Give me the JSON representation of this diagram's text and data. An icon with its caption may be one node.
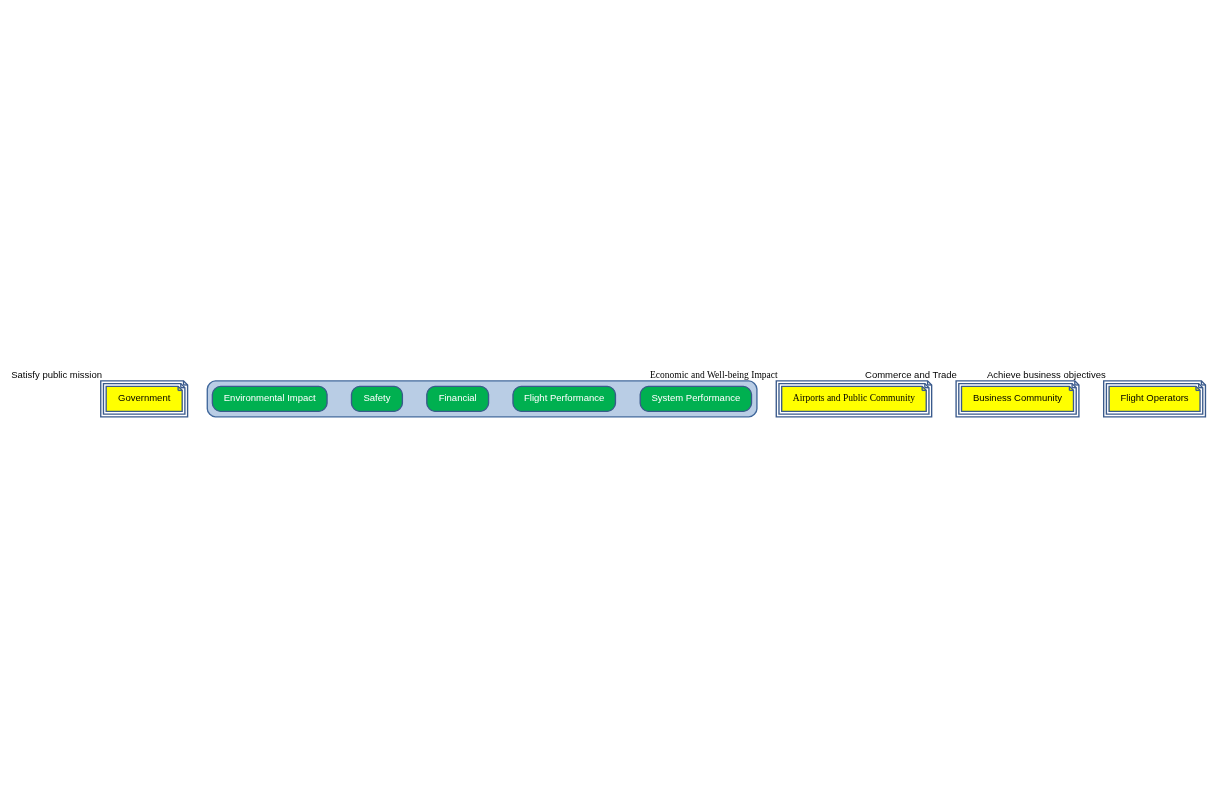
{
  "diagram": {
    "nodes": [
      {
        "text": [
          "Government"
        ],
        "beside": [
          "Satisfy public mission"
        ]
      },
      {
        "text": [],
        "shape": "cloud"
      },
      {
        "text": [
          "System Performance"
        ],
        "in": 1
      },
      {
        "text": [
          "Flight Performance"
        ],
        "in": 1
      },
      {
        "text": [
          "Financial"
        ],
        "in": 1
      },
      {
        "text": [
          "Safety"
        ],
        "in": 1
      },
      {
        "text": [
          "Environmental Impact"
        ],
        "in": 1
      },
      {
        "text": [
          "Airports and Public Community"
        ],
        "beside": [
          "Economic and Well-being Impact"
        ]
      },
      {
        "text": [
          "Business Community"
        ],
        "beside": [
          "Commerce and Trade"
        ]
      },
      {
        "text": [
          "Flight Operators"
        ],
        "beside": [
          "Achieve business objectives"
        ]
      }
    ],
    "edges": []
  }
}
